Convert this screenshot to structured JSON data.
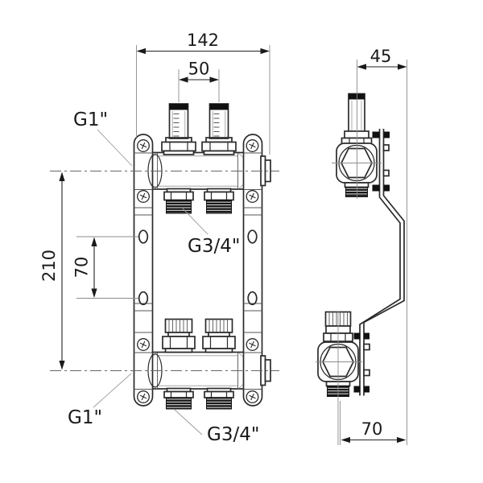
{
  "front_view": {
    "dims": {
      "overall_width": "142",
      "outlet_spacing": "50",
      "overall_height": "210",
      "bracket_hole_spacing": "70"
    },
    "labels": {
      "top_main_connection": "G1\"",
      "bottom_main_connection": "G1\"",
      "top_outlet_thread": "G3/4\"",
      "bottom_outlet_thread": "G3/4\""
    }
  },
  "side_view": {
    "dims": {
      "top_axis_to_wall": "45",
      "bottom_axis_to_wall": "70"
    }
  },
  "style": {
    "ink": "#1a1a1a",
    "thin_line": "#8c8c8c",
    "background": "#ffffff"
  }
}
